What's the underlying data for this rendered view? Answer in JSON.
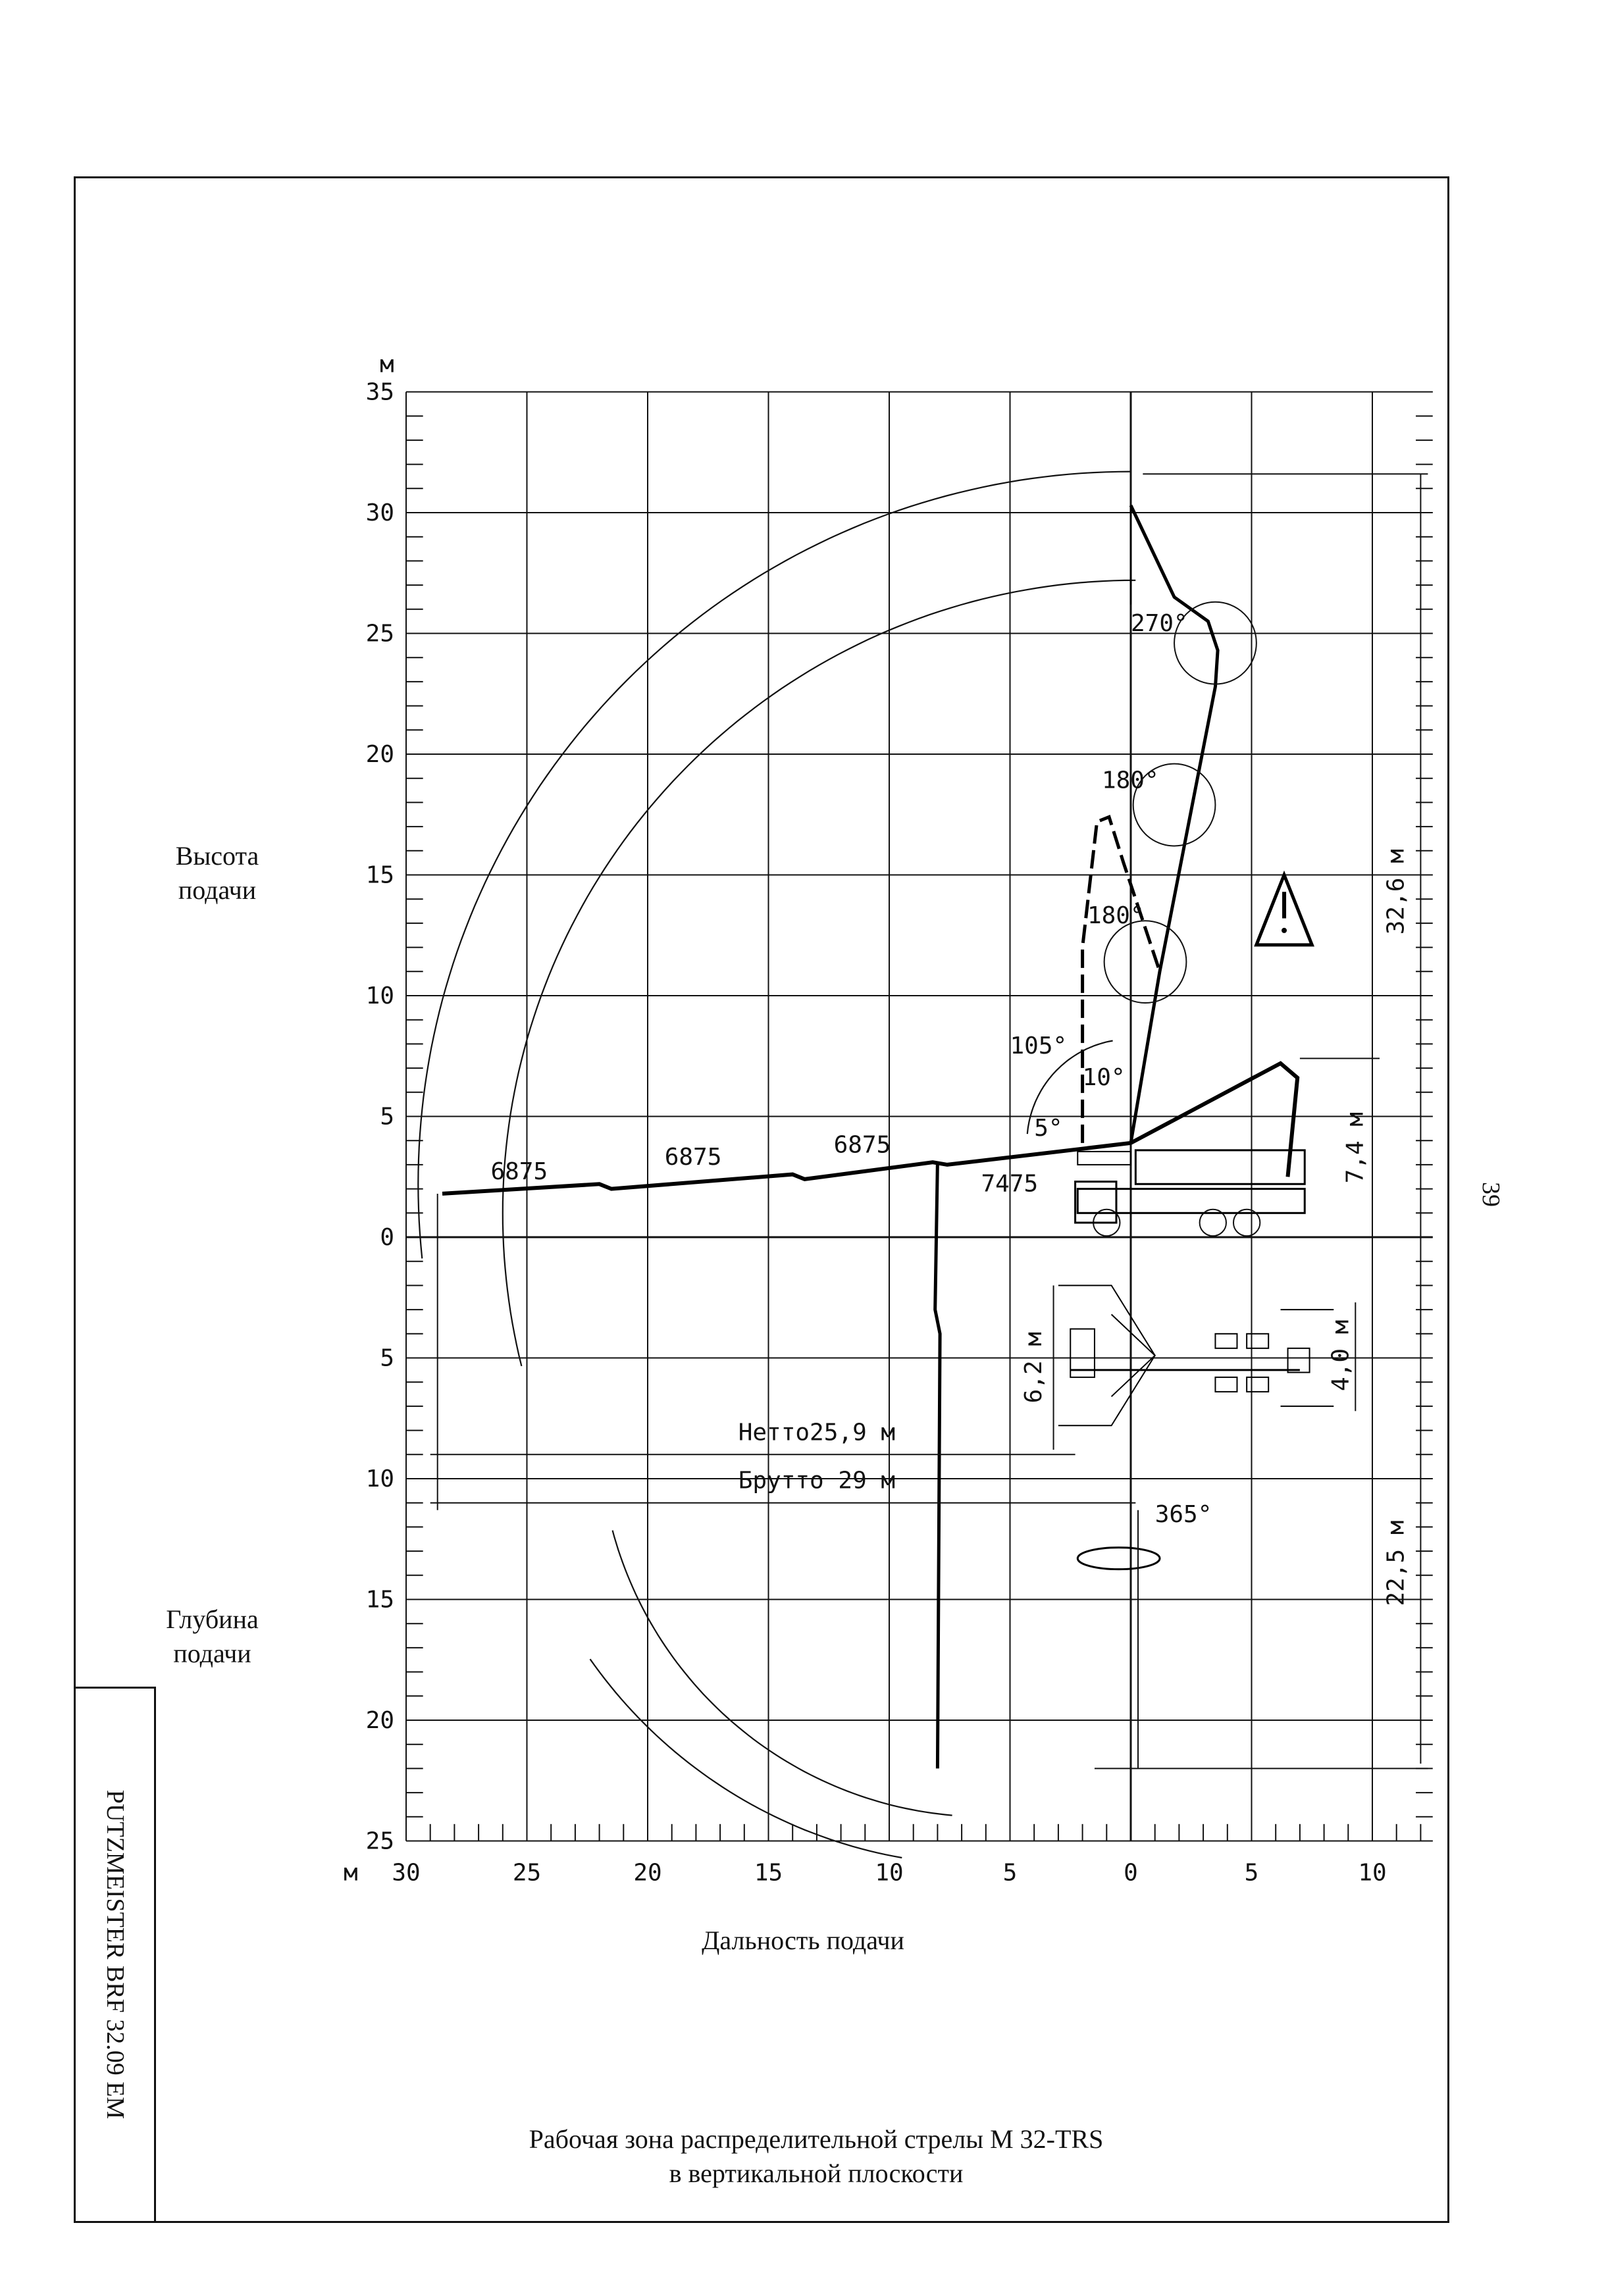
{
  "page_number": "39",
  "side_label": "PUTZMEISTER BRF 32.09 EM",
  "caption": {
    "line1": "Рабочая зона распределительной стрелы М 32-TRS",
    "line2": "в вертикальной плоскости"
  },
  "axes": {
    "unit": "м",
    "y_up_title_line1": "Высота",
    "y_up_title_line2": "подачи",
    "y_down_title_line1": "Глубина",
    "y_down_title_line2": "подачи",
    "x_title": "Дальность подачи",
    "y_ticks_up": [
      "35",
      "30",
      "25",
      "20",
      "15",
      "10",
      "5",
      "0"
    ],
    "y_ticks_down": [
      "5",
      "10",
      "15",
      "20",
      "25"
    ],
    "x_ticks_left": [
      "30",
      "25",
      "20",
      "15",
      "10",
      "5",
      "0"
    ],
    "x_ticks_right": [
      "5",
      "10"
    ]
  },
  "boom_segments": [
    "6875",
    "6875",
    "6875",
    "7475"
  ],
  "angles": [
    "270°",
    "180°",
    "180°",
    "105°",
    "10°",
    "5°",
    "365°"
  ],
  "dimensions": {
    "height": "32,6 м",
    "folded_height": "7,4 м",
    "depth": "22,5 м",
    "outrigger_width": "6,2 м",
    "outrigger_front": "4,0 м",
    "reach_net": "Нетто25,9 м",
    "reach_gross": "Брутто 29 м"
  },
  "envelope": {
    "max_height_m": 32.6,
    "max_reach_gross_m": 29,
    "max_reach_net_m": 25.9,
    "max_depth_m": 22.5
  }
}
